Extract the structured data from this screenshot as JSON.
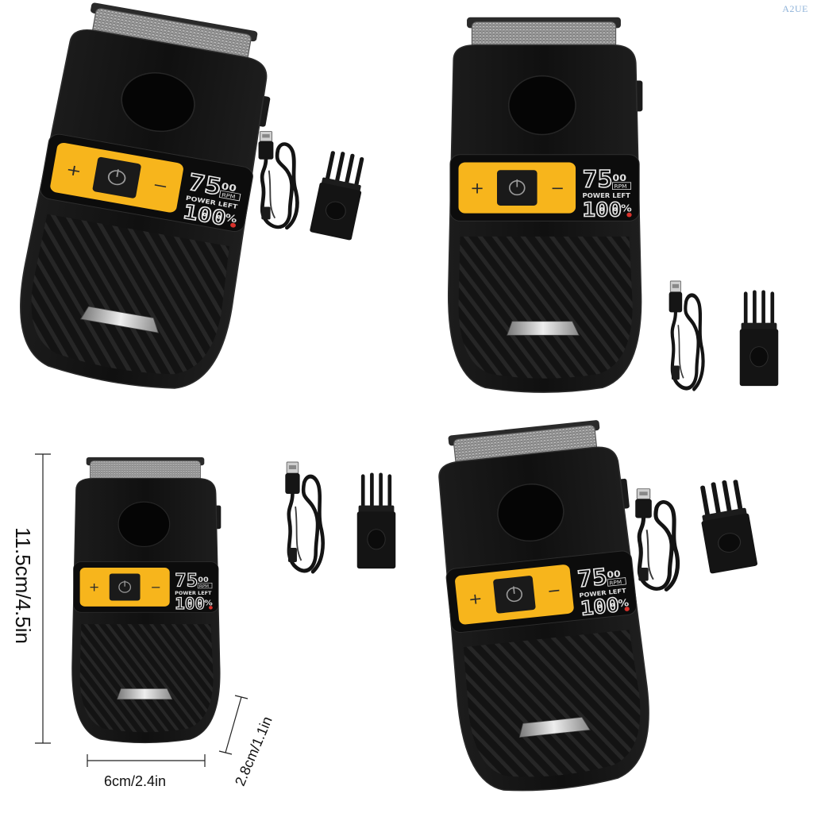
{
  "watermark": "A2UE",
  "display": {
    "speed_value": "75",
    "speed_decimal": "00",
    "speed_unit": "RPM",
    "power_label": "POWER LEFT",
    "battery_value": "100",
    "battery_unit": "%"
  },
  "controls": {
    "plus_symbol": "+",
    "minus_symbol": "−"
  },
  "dimensions": {
    "height": "11.5cm/4.5in",
    "width": "6cm/2.4in",
    "depth": "2.8cm/1.1in"
  },
  "colors": {
    "body": "#141414",
    "panel": "#f7b51c",
    "screen": "#0a0a0a",
    "foil": "#a9a9a9"
  },
  "items": [
    "foil-shaver",
    "usb-charging-cable",
    "cleaning-brush"
  ]
}
